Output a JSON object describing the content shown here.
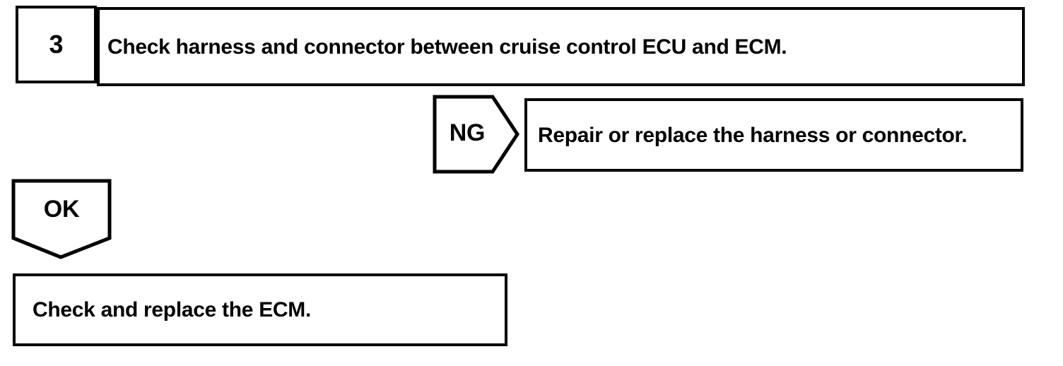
{
  "flowchart": {
    "step": {
      "number": "3",
      "instruction": "Check harness and connector between cruise control ECU and ECM."
    },
    "ng_branch": {
      "label": "NG",
      "action": "Repair or replace the harness or connector."
    },
    "ok_branch": {
      "label": "OK",
      "action": "Check and replace the ECM."
    }
  },
  "colors": {
    "ink": "#000000",
    "paper": "#ffffff"
  }
}
